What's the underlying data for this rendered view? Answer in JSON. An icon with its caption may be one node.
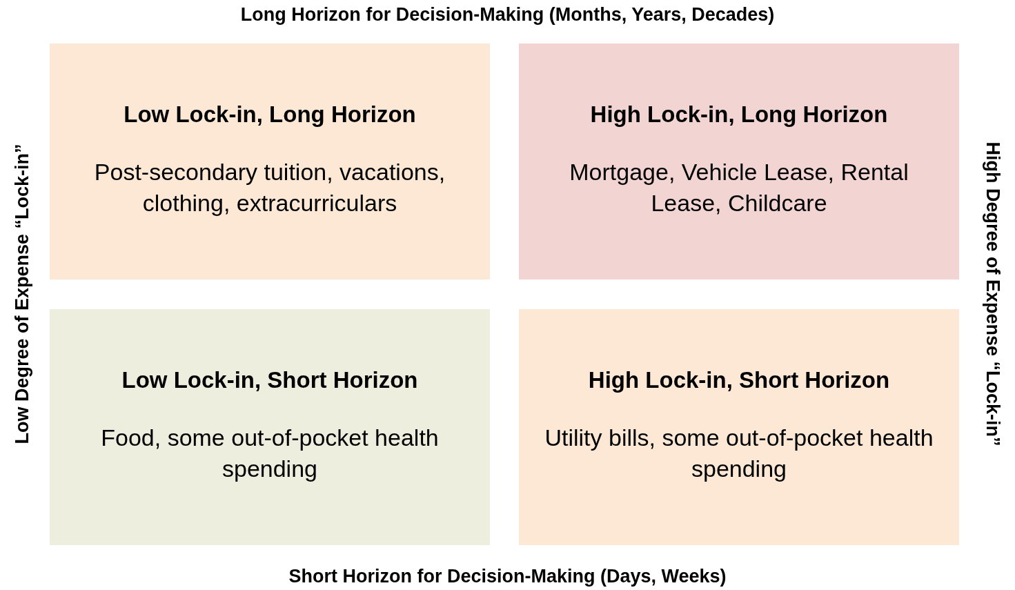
{
  "diagram": {
    "nodes": [
      {
        "text": [
          "Low Lock-in, Long Horizon",
          "Post-secondary tuition, vacations, clothing, extracurriculars"
        ]
      },
      {
        "text": [
          "High Lock-in, Long Horizon",
          "Mortgage, Vehicle Lease, Rental Lease, Childcare"
        ]
      },
      {
        "text": [
          "Low Lock-in, Short Horizon",
          "Food, some out-of-pocket health spending"
        ]
      },
      {
        "text": [
          "High Lock-in, Short Horizon",
          "Utility bills, some out-of-pocket health spending"
        ]
      }
    ],
    "labels": [
      "Long Horizon for Decision-Making (Months, Years, Decades)",
      "Low Degree of Expense “Lock-in”",
      "High Degree of Expense “Lock-in”",
      "Short Horizon for Decision-Making (Days, Weeks)"
    ]
  }
}
